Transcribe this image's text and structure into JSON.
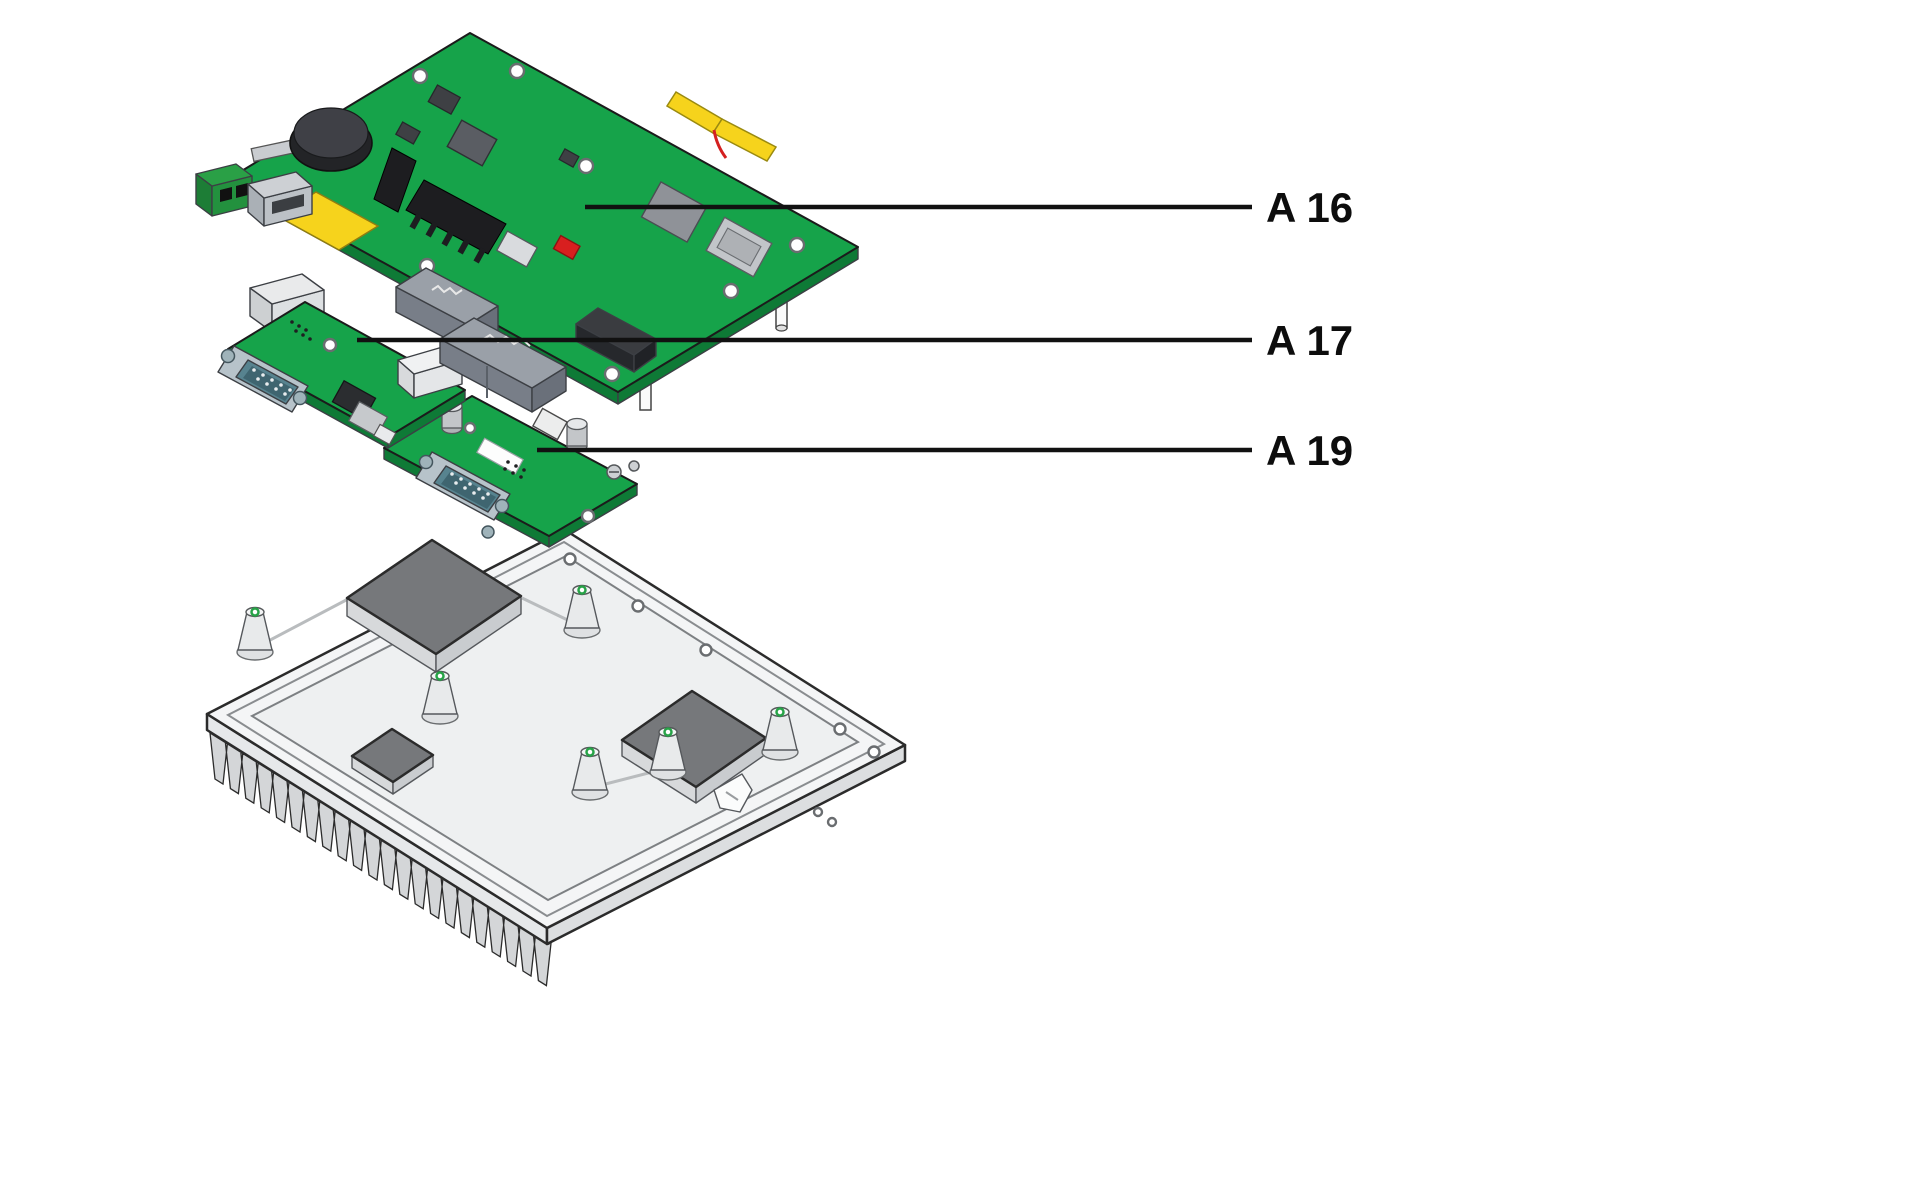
{
  "page": {
    "background": "#ffffff"
  },
  "diagram": {
    "type": "exploded-view",
    "callouts": [
      {
        "label": "A 16",
        "target": "pcb-main"
      },
      {
        "label": "A 17",
        "target": "pcb-a17"
      },
      {
        "label": "A 19",
        "target": "pcb-a19"
      }
    ],
    "colors": {
      "pcb_green": "#16a34a",
      "pcb_edge": "#0e7a36",
      "highlight_yellow": "#f6d31c",
      "accent_red": "#d81f1f",
      "wire_red": "#d42020",
      "connector_teal": "#57838f",
      "connector_metal": "#b7c3ca",
      "chassis_light": "#f4f5f6",
      "pad_gray": "#76787b",
      "line_black": "#111111"
    },
    "heatsink": {
      "fin_count": 22,
      "boss_count": 6
    }
  }
}
